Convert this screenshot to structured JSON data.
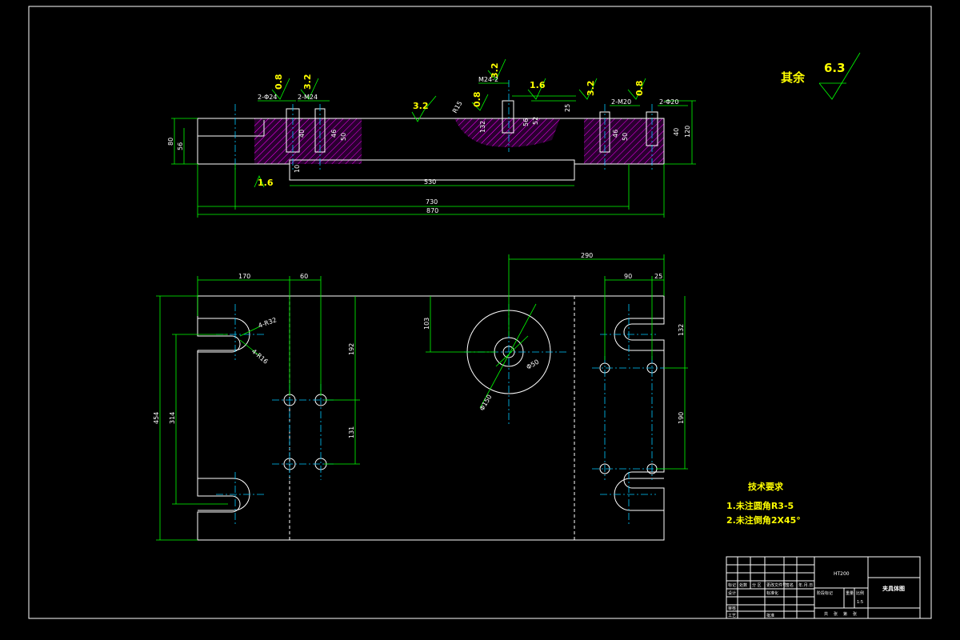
{
  "surface_finish": {
    "remaining_label": "其余",
    "remaining_value": "6.3"
  },
  "roughness": [
    "0.8",
    "3.2",
    "3.2",
    "1.6",
    "3.2",
    "0.8",
    "3.2",
    "0.8",
    "1.6"
  ],
  "callouts": {
    "phi24": "2-Φ24",
    "m24_left": "2-M24",
    "m24_top": "M24-2",
    "m20": "2-M20",
    "phi20": "2-Φ20",
    "r15": "R15",
    "r4_32": "4-R32",
    "r4_16": "4-R16",
    "phi50": "Φ50",
    "phi150": "Φ150"
  },
  "top_dims": {
    "h80": "80",
    "h56": "56",
    "h10": "10",
    "h120": "120",
    "d40a": "40",
    "d46a": "46",
    "d50a": "50",
    "d132": "132",
    "d56": "56",
    "d52": "52",
    "d25": "25",
    "d46b": "46",
    "d50b": "50",
    "d40b": "40",
    "l530": "530",
    "l730": "730",
    "l870": "870"
  },
  "plan_dims": {
    "d170": "170",
    "d60": "60",
    "d290": "290",
    "d90": "90",
    "d25": "25",
    "d103": "103",
    "d192": "192",
    "d131": "131",
    "d454": "454",
    "d314": "314",
    "d132": "132",
    "d190": "190"
  },
  "tech_notes": {
    "title": "技术要求",
    "items": [
      "1.未注圆角R3-5",
      "2.未注倒角2X45°"
    ]
  },
  "title_block": {
    "material": "HT200",
    "drawing_name": "夹具体图",
    "scale": "1:5",
    "row_labels": [
      "标记",
      "设计",
      "审核",
      "工艺"
    ],
    "col_labels": [
      "处数",
      "分 区",
      "更改文件号",
      "签名",
      "年.月.日"
    ],
    "stage_labels": [
      "阶段标记",
      "重量",
      "比例"
    ],
    "sheet_labels": [
      "共",
      "张",
      "第",
      "张"
    ],
    "std_label": "标准化",
    "approve_label": "批准"
  }
}
